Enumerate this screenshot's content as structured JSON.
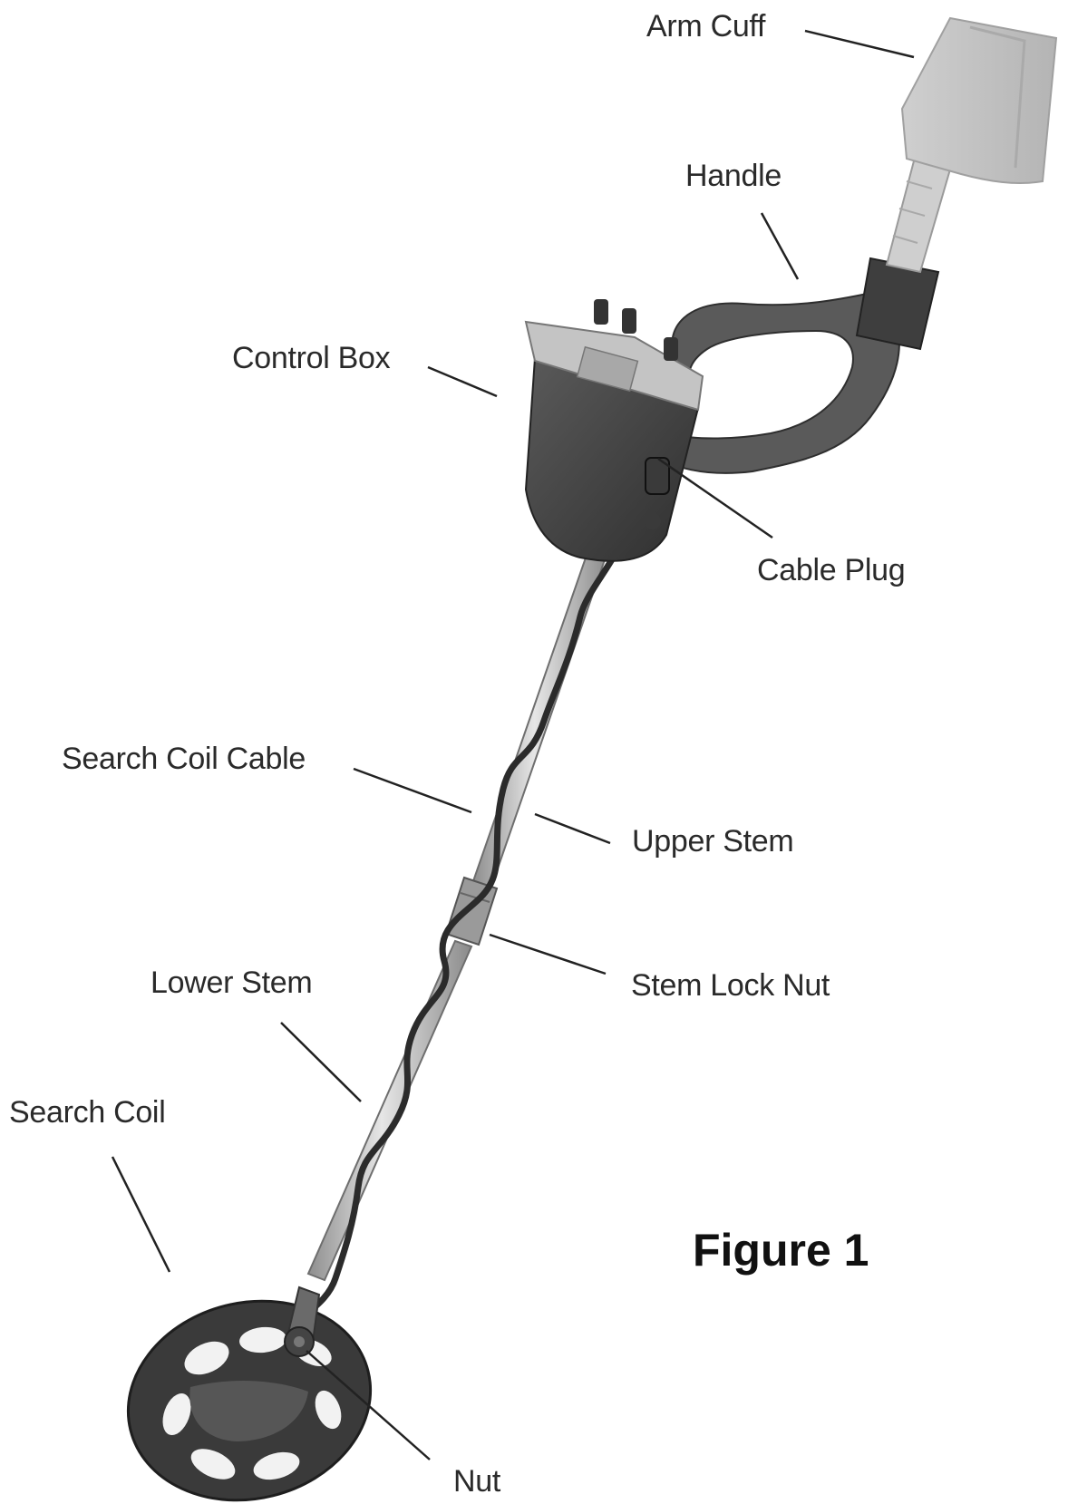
{
  "figure_label": "Figure 1",
  "labels": {
    "arm_cuff": "Arm Cuff",
    "handle": "Handle",
    "control_box": "Control Box",
    "cable_plug": "Cable Plug",
    "search_coil_cable": "Search Coil Cable",
    "upper_stem": "Upper Stem",
    "stem_lock_nut": "Stem Lock Nut",
    "lower_stem": "Lower Stem",
    "search_coil": "Search Coil",
    "nut": "Nut"
  },
  "colors": {
    "background": "#ffffff",
    "text": "#2a2a2a",
    "leader_line": "#222222",
    "control_box_dark": "#4a4a4a",
    "control_box_panel": "#bdbdbd",
    "handle": "#555555",
    "arm_cuff": "#c6c6c6",
    "stem": "#b8b8b8",
    "coil": "#3c3c3c"
  }
}
